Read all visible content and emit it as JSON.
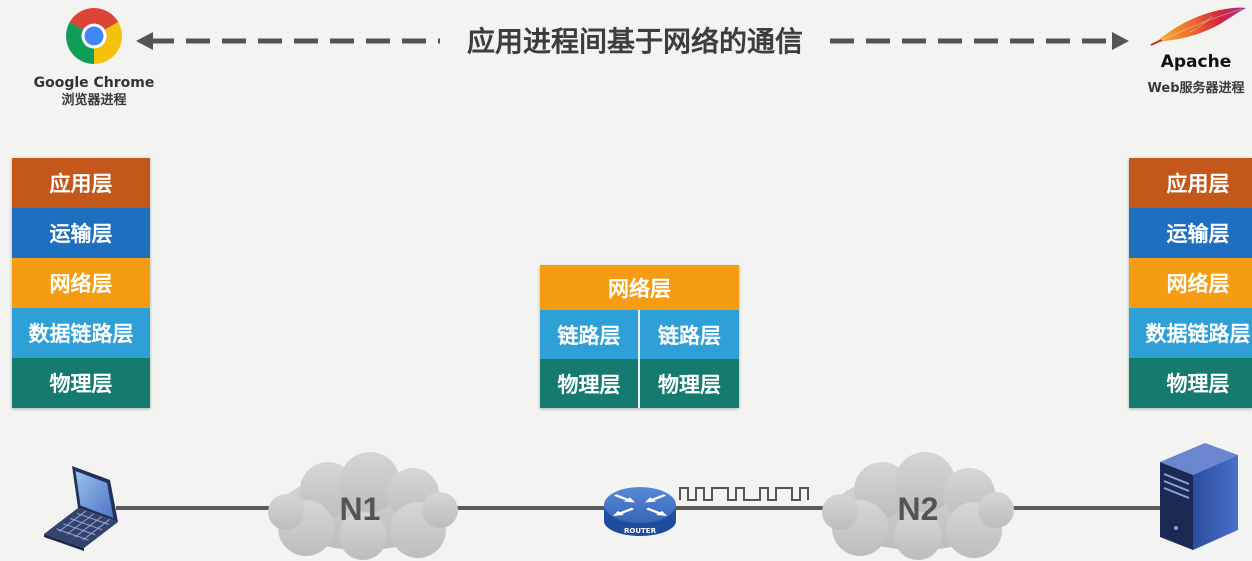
{
  "title": "应用进程间基于网络的通信",
  "client": {
    "icon": "chrome-icon",
    "app_name": "Google Chrome",
    "process_label": "浏览器进程"
  },
  "server": {
    "icon": "apache-feather-icon",
    "app_name": "Apache",
    "process_label": "Web服务器进程"
  },
  "client_stack": {
    "layers": [
      {
        "label": "应用层",
        "color": "#c4571a"
      },
      {
        "label": "运输层",
        "color": "#1f6fc1"
      },
      {
        "label": "网络层",
        "color": "#f69c12"
      },
      {
        "label": "数据链路层",
        "color": "#2f9fd8"
      },
      {
        "label": "物理层",
        "color": "#157b6f"
      }
    ]
  },
  "router_stack": {
    "network": {
      "label": "网络层",
      "color": "#f69c12"
    },
    "link": [
      {
        "label": "链路层",
        "color": "#2f9fd8"
      },
      {
        "label": "链路层",
        "color": "#2f9fd8"
      }
    ],
    "physical": [
      {
        "label": "物理层",
        "color": "#157b6f"
      },
      {
        "label": "物理层",
        "color": "#157b6f"
      }
    ]
  },
  "server_stack": {
    "layers": [
      {
        "label": "应用层",
        "color": "#c4571a"
      },
      {
        "label": "运输层",
        "color": "#1f6fc1"
      },
      {
        "label": "网络层",
        "color": "#f69c12"
      },
      {
        "label": "数据链路层",
        "color": "#2f9fd8"
      },
      {
        "label": "物理层",
        "color": "#157b6f"
      }
    ]
  },
  "topology": {
    "host_icon": "laptop-icon",
    "network_1": {
      "icon": "cloud-icon",
      "label": "N1"
    },
    "router": {
      "icon": "router-icon",
      "label": "ROUTER"
    },
    "signal_icon": "square-wave-signal",
    "network_2": {
      "icon": "cloud-icon",
      "label": "N2"
    },
    "server_icon": "server-icon"
  },
  "colors": {
    "background": "#f3f3f1",
    "arrow": "#555555",
    "link_line": "#5a5a5a",
    "cloud_label": "#555555"
  }
}
